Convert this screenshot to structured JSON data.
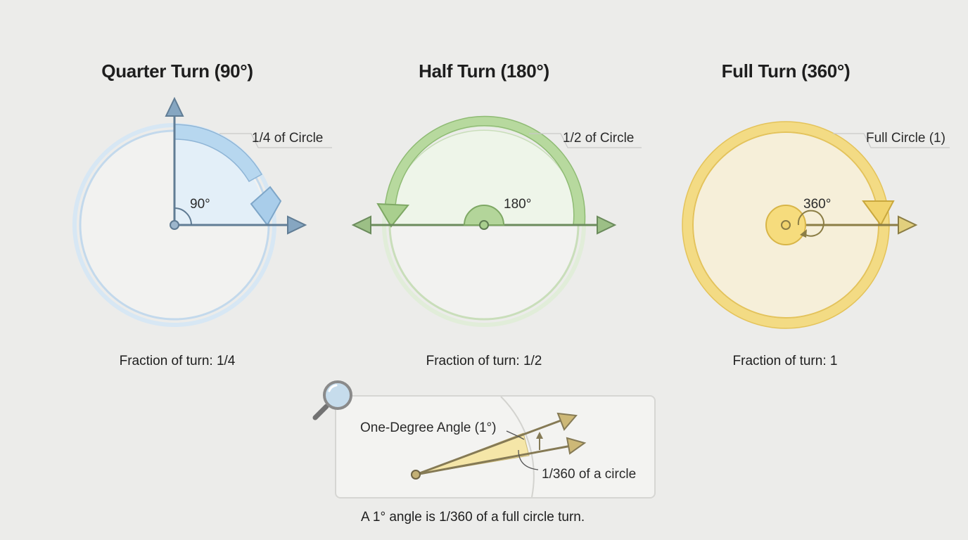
{
  "panels": [
    {
      "title": "Quarter Turn (90°)",
      "arc_label": "1/4 of Circle",
      "angle_label": "90°",
      "caption": "Fraction of turn: 1/4",
      "degrees": 90
    },
    {
      "title": "Half Turn (180°)",
      "arc_label": "1/2 of Circle",
      "angle_label": "180°",
      "caption": "Fraction of turn: 1/2",
      "degrees": 180
    },
    {
      "title": "Full Turn (360°)",
      "arc_label": "Full Circle (1)",
      "angle_label": "360°",
      "caption": "Fraction of turn: 1",
      "degrees": 360
    }
  ],
  "detail": {
    "angle_label": "One-Degree Angle (1°)",
    "fraction_label": "1/360 of a circle",
    "footnote": "A 1° angle is 1/360 of a full circle turn."
  },
  "colors": {
    "quarter": "#a9cdea",
    "half": "#a9cf8e",
    "full": "#f1d46e",
    "one_degree": "#f5e6a8",
    "ray": "#5f7a92"
  },
  "icons": {
    "magnifier": "magnifier-icon"
  }
}
